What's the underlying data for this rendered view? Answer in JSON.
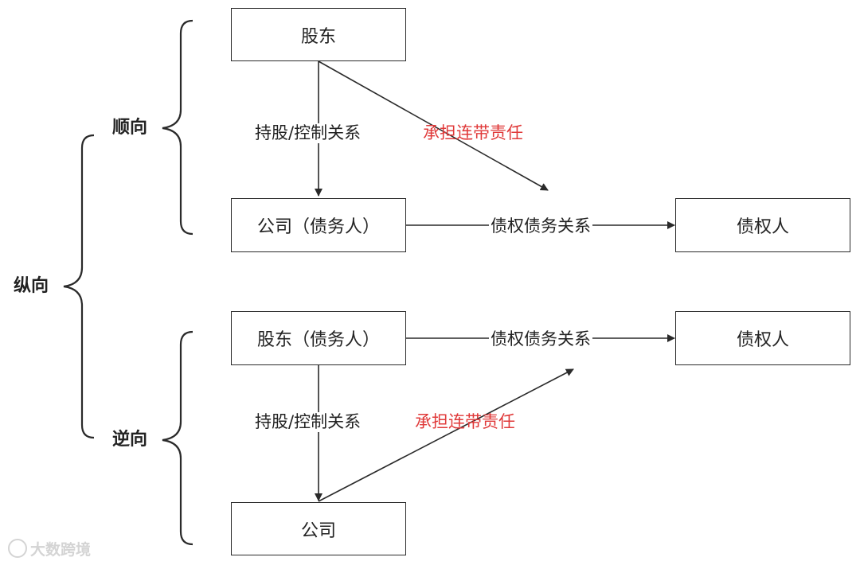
{
  "side_labels": {
    "vertical": "纵向",
    "forward": "顺向",
    "reverse": "逆向"
  },
  "forward": {
    "shareholder": "股东",
    "company": "公司（债务人）",
    "creditor": "债权人",
    "holding_relation": "持股/控制关系",
    "debt_relation": "债权债务关系",
    "joint_liability": "承担连带责任"
  },
  "reverse": {
    "shareholder": "股东（债务人）",
    "company": "公司",
    "creditor": "债权人",
    "holding_relation": "持股/控制关系",
    "debt_relation": "债权债务关系",
    "joint_liability": "承担连带责任"
  },
  "watermark": "大数跨境",
  "colors": {
    "line": "#2a2a2a",
    "liability_text": "#e03a3a"
  }
}
